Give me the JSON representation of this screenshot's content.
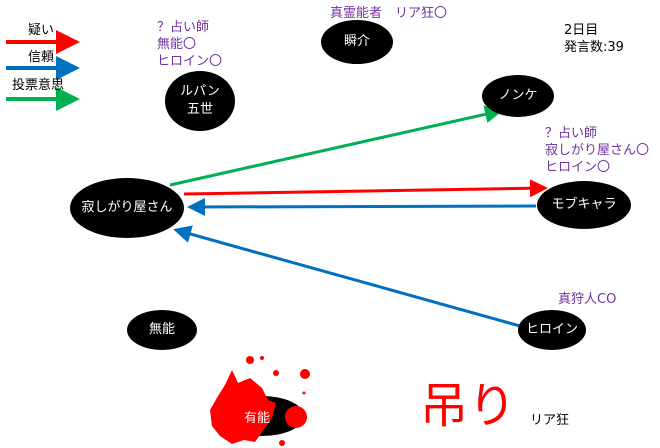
{
  "legend": [
    {
      "label": "疑い",
      "color": "#ff0000"
    },
    {
      "label": "信頼",
      "color": "#0070c0"
    },
    {
      "label": "投票意思",
      "color": "#00b050"
    }
  ],
  "status": {
    "day": "2日目",
    "posts": "発言数:39"
  },
  "nodes": {
    "lupin": {
      "line1": "ルパン",
      "line2": "五世",
      "note": [
        "？占い師",
        "無能〇",
        "ヒロイン〇"
      ]
    },
    "shunsuke": {
      "name": "瞬介",
      "note": [
        "真霊能者　リア狂〇"
      ]
    },
    "nonke": {
      "name": "ノンケ"
    },
    "sabishi": {
      "name": "寂しがり屋さん"
    },
    "mobu": {
      "name": "モブキャラ",
      "note": [
        "？占い師",
        "寂しがり屋さん〇",
        "ヒロイン〇"
      ]
    },
    "heroine": {
      "name": "ヒロイン",
      "note": [
        "真狩人CO"
      ]
    },
    "munou": {
      "name": "無能"
    },
    "yuunou": {
      "name": "有能"
    }
  },
  "hanged": {
    "label": "吊り",
    "sub": "リア狂"
  },
  "colors": {
    "note": "#7030a0",
    "suspect": "#ff0000",
    "trust": "#0070c0",
    "vote": "#00b050"
  }
}
